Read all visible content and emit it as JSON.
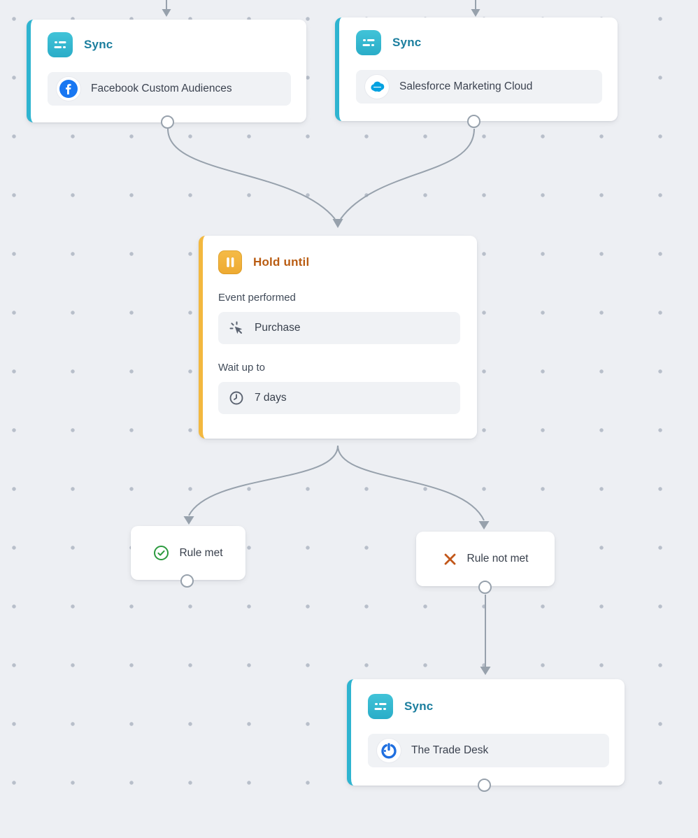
{
  "canvas": {
    "background": "#edeff3",
    "dot_color": "#b8bfca"
  },
  "colors": {
    "sync_accent": "#2eb4d0",
    "sync_title": "#1b7e9e",
    "hold_accent": "#f3b83f",
    "hold_title": "#b95c12",
    "success_green": "#2b9a3e",
    "failure_orange": "#c2571a",
    "connector_gray": "#97a1ac",
    "facebook_blue": "#1877f2",
    "salesforce_blue": "#00a1e0",
    "tradedesk_blue": "#1f6fe0"
  },
  "nodes": {
    "sync_facebook": {
      "title": "Sync",
      "source": "Facebook Custom Audiences"
    },
    "sync_salesforce": {
      "title": "Sync",
      "source": "Salesforce Marketing Cloud"
    },
    "hold_until": {
      "title": "Hold until",
      "event_label": "Event performed",
      "event_value": "Purchase",
      "wait_label": "Wait up to",
      "wait_value": "7 days"
    },
    "rule_met": {
      "label": "Rule met"
    },
    "rule_not_met": {
      "label": "Rule not met"
    },
    "sync_tradedesk": {
      "title": "Sync",
      "source": "The Trade Desk"
    }
  }
}
